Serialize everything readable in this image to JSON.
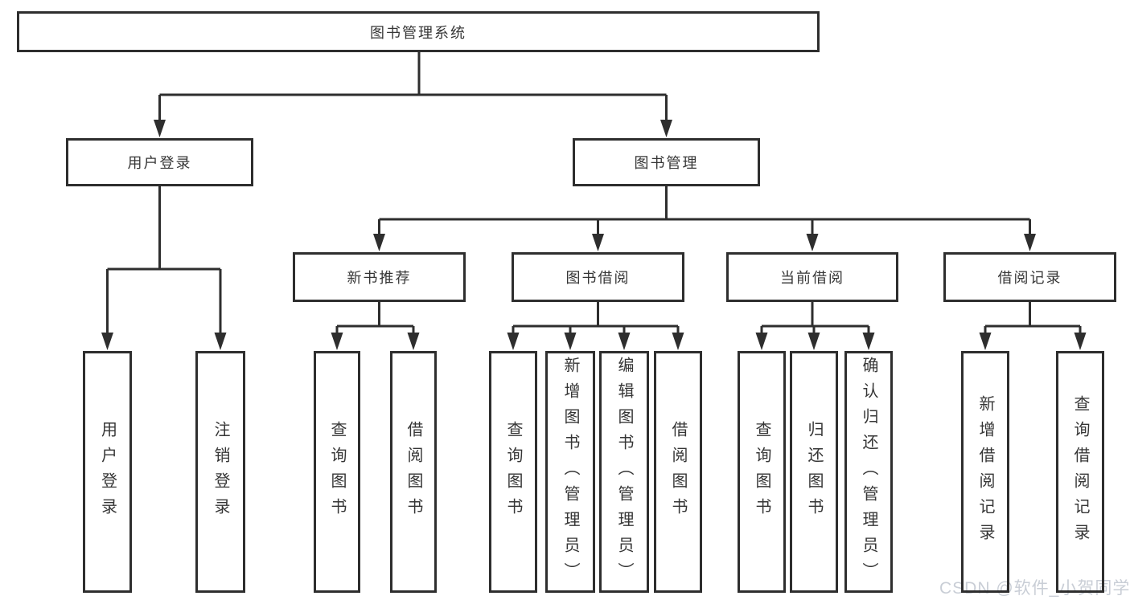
{
  "diagram": {
    "tree": {
      "root": "图书管理系统",
      "branches": [
        {
          "label": "用户登录",
          "children": [
            "用户登录",
            "注销登录"
          ]
        },
        {
          "label": "图书管理",
          "groups": [
            {
              "label": "新书推荐",
              "children": [
                "查询图书",
                "借阅图书"
              ]
            },
            {
              "label": "图书借阅",
              "children": [
                "查询图书",
                "新增图书（管理员）",
                "编辑图书（管理员）",
                "借阅图书"
              ]
            },
            {
              "label": "当前借阅",
              "children": [
                "查询图书",
                "归还图书",
                "确认归还（管理员）"
              ]
            },
            {
              "label": "借阅记录",
              "children": [
                "新增借阅记录",
                "查询借阅记录"
              ]
            }
          ]
        }
      ]
    },
    "colors": {
      "line": "#2e2e2e",
      "box_border": "#2e2e2e",
      "box_fill": "#ffffff",
      "text": "#363636",
      "watermark": "#c9ced6"
    }
  },
  "watermark": {
    "text": "CSDN @软件_小贺同学"
  }
}
